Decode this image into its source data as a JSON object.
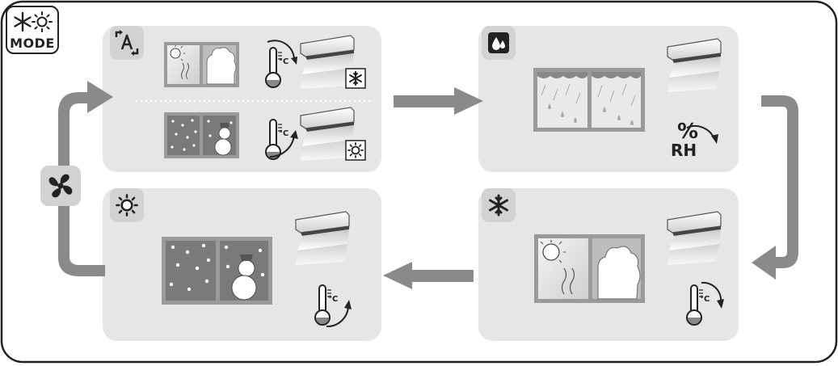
{
  "mode_button": {
    "label": "MODE",
    "icon": "snowflake-sun-icon"
  },
  "modes": [
    {
      "id": "auto",
      "icon": "auto-mode-icon"
    },
    {
      "id": "dry",
      "icon": "water-drop-icon"
    },
    {
      "id": "cool",
      "icon": "snowflake-icon"
    },
    {
      "id": "heat",
      "icon": "sun-icon"
    },
    {
      "id": "fan",
      "icon": "fan-icon"
    }
  ],
  "dry": {
    "humidity_label_top": "%",
    "humidity_label_bottom": "RH"
  },
  "thermometer_unit": "°C",
  "colors": {
    "panel": "#e6e6e6",
    "arrow": "#8a8a8a",
    "frame": "#222222",
    "badge": "#d2d2d2"
  }
}
